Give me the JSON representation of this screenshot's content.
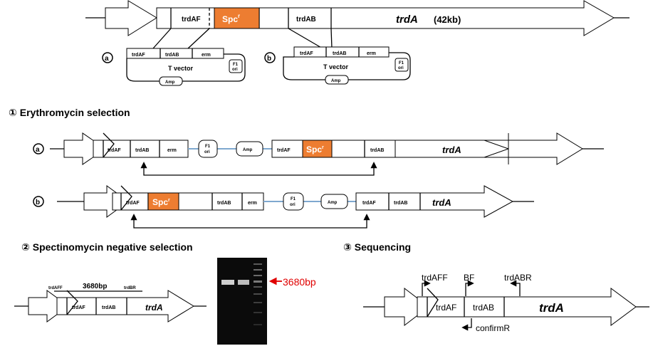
{
  "top": {
    "trdAF": "trdAF",
    "spc": "Spc",
    "spc_sup": "r",
    "trdAB": "trdAB",
    "trdA": "trdA",
    "size": "(42kb)"
  },
  "vector_a": {
    "marker": "a",
    "trdAF": "trdAF",
    "trdAB": "trdAB",
    "erm": "erm",
    "name": "T vector",
    "f1_line1": "F1",
    "f1_line2": "ori",
    "amp": "Amp"
  },
  "vector_b": {
    "marker": "b",
    "trdAF": "trdAF",
    "trdAB": "trdAB",
    "erm": "erm",
    "name": "T vector",
    "f1_line1": "F1",
    "f1_line2": "ori",
    "amp": "Amp"
  },
  "step1": {
    "title": "① Erythromycin selection"
  },
  "row_a": {
    "marker": "a",
    "trdAF": "trdAF",
    "trdAB": "trdAB",
    "erm": "erm",
    "f1_line1": "F1",
    "f1_line2": "ori",
    "amp": "Amp",
    "trdAF2": "trdAF",
    "spc": "Spc",
    "spc_sup": "r",
    "trdAB2": "trdAB",
    "trdA": "trdA"
  },
  "row_b": {
    "marker": "b",
    "trdAF": "trdAF",
    "spc": "Spc",
    "spc_sup": "r",
    "trdAB": "trdAB",
    "erm": "erm",
    "f1_line1": "F1",
    "f1_line2": "ori",
    "amp": "Amp",
    "trdAF2": "trdAF",
    "trdAB2": "trdAB",
    "trdA": "trdA"
  },
  "step2": {
    "title": "② Spectinomycin negative selection",
    "trdAFF": "trdAFF",
    "size": "3680bp",
    "trdBR": "trdBR",
    "trdAF": "trdAF",
    "trdAB": "trdAB",
    "trdA": "trdA",
    "gel_label": "3680bp",
    "arrow_color": "#e00000"
  },
  "step3": {
    "title": "③ Sequencing",
    "trdAFF": "trdAFF",
    "BF": "BF",
    "trdABR": "trdABR",
    "trdAF": "trdAF",
    "trdAB": "trdAB",
    "trdA": "trdA",
    "confirmR": "confirmR"
  },
  "colors": {
    "spc": "#ed7d31",
    "backbone": "#7fa8cf"
  }
}
